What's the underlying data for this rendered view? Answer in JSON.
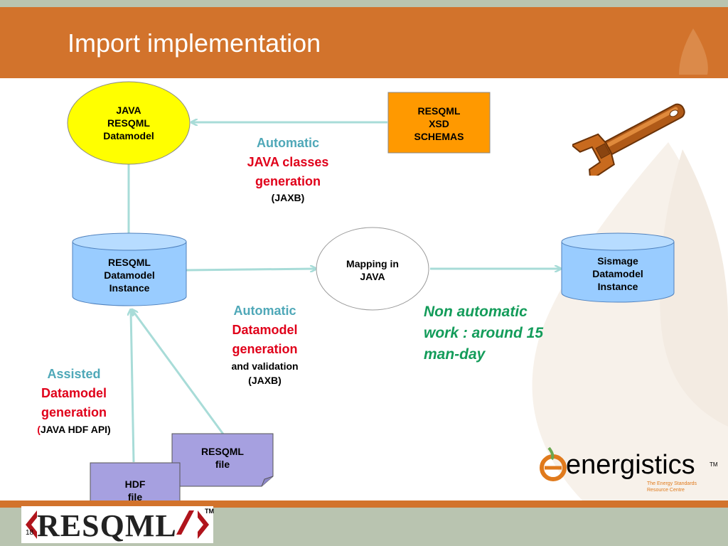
{
  "slide": {
    "title": "Import implementation",
    "page_number": "18"
  },
  "nodes": {
    "java_datamodel": [
      "JAVA",
      "RESQML",
      "Datamodel"
    ],
    "xsd_schemas": [
      "RESQML",
      "XSD",
      "SCHEMAS"
    ],
    "resqml_instance": [
      "RESQML",
      "Datamodel",
      "Instance"
    ],
    "mapping": [
      "Mapping in",
      "JAVA"
    ],
    "sismage_instance": [
      "Sismage",
      "Datamodel",
      "Instance"
    ],
    "resqml_file": [
      "RESQML",
      "file"
    ],
    "hdf_file": [
      "HDF",
      "file"
    ]
  },
  "labels": {
    "java_gen": {
      "line1": "Automatic",
      "line2": "JAVA classes",
      "line3": "generation",
      "line4": "(JAXB)"
    },
    "datamodel_gen": {
      "line1": "Automatic",
      "line2": "Datamodel",
      "line3": "generation",
      "line4": "and validation",
      "line5": "(JAXB)"
    },
    "assisted_gen": {
      "line1": "Assisted",
      "line2": "Datamodel",
      "line3": "generation",
      "line4_paren": "(",
      "line4": "JAVA HDF API)"
    },
    "non_automatic": "Non automatic work : around 15 man-day"
  },
  "logos": {
    "energistics": {
      "name": "energistics",
      "tm": "TM",
      "tagline1": "The Energy Standards",
      "tagline2": "Resource Centre"
    },
    "resqml": {
      "text": "<RESQML/>",
      "tm": "TM"
    }
  },
  "icons": {
    "wrench": "wrench-icon"
  },
  "colors": {
    "orange": "#d2732c",
    "ellipse_yellow": "#ffff00",
    "xsd_orange": "#ff9900",
    "cylinder_blue": "#99ccff",
    "doc_purple": "#a6a0e0",
    "arrow": "#a8dcd8",
    "teal_text": "#4fa8b8",
    "red_text": "#e0001a",
    "green_text": "#139c5a"
  }
}
